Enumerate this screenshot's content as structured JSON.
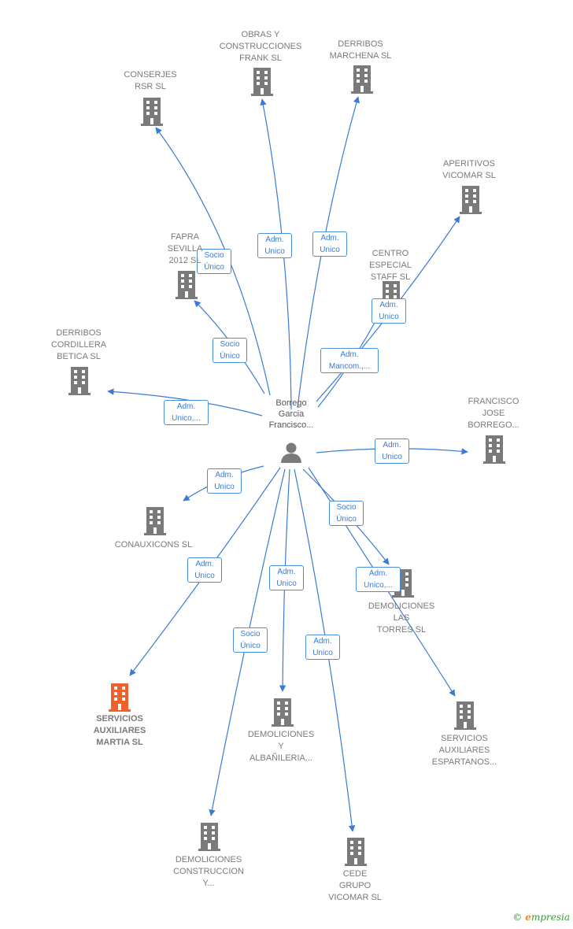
{
  "colors": {
    "edge": "#3a7bd5",
    "building": "#7a7a7a",
    "highlight": "#f0602a",
    "person": "#7a7a7a"
  },
  "center": {
    "name": "Borrego\nGarcia\nFrancisco...",
    "icon": "person-icon"
  },
  "nodes": [
    {
      "id": "conserjes",
      "label": "CONSERJES\nRSR  SL",
      "icon": "building-icon"
    },
    {
      "id": "obras",
      "label": "OBRAS Y\nCONSTRUCCIONES\nFRANK SL",
      "icon": "building-icon"
    },
    {
      "id": "derribos-marchena",
      "label": "DERRIBOS\nMARCHENA  SL",
      "icon": "building-icon"
    },
    {
      "id": "aperitivos",
      "label": "APERITIVOS\nVICOMAR SL",
      "icon": "building-icon"
    },
    {
      "id": "fapra",
      "label": "FAPRA\nSEVILLA\n2012 SL",
      "icon": "building-icon"
    },
    {
      "id": "centro",
      "label": "CENTRO\nESPECIAL\nSTAFF  SL",
      "icon": "building-icon"
    },
    {
      "id": "derribos-cordillera",
      "label": "DERRIBOS\nCORDILLERA\nBETICA  SL",
      "icon": "building-icon"
    },
    {
      "id": "francisco",
      "label": "FRANCISCO\nJOSE\nBORREGO...",
      "icon": "building-icon"
    },
    {
      "id": "conauxicons",
      "label": "CONAUXICONS SL",
      "icon": "building-icon"
    },
    {
      "id": "demoliciones-torres",
      "label": "DEMOLICIONES\nLAS\nTORRES  SL",
      "icon": "building-icon"
    },
    {
      "id": "servicios-martia",
      "label": "SERVICIOS\nAUXILIARES\nMARTIA  SL",
      "icon": "building-icon",
      "highlight": true
    },
    {
      "id": "demoliciones-albanileria",
      "label": "DEMOLICIONES\nY\nALBAÑILERIA...",
      "icon": "building-icon"
    },
    {
      "id": "servicios-espartanos",
      "label": "SERVICIOS\nAUXILIARES\nESPARTANOS...",
      "icon": "building-icon"
    },
    {
      "id": "demoliciones-construccion",
      "label": "DEMOLICIONES\nCONSTRUCCION\nY...",
      "icon": "building-icon"
    },
    {
      "id": "cede",
      "label": "CEDE\nGRUPO\nVICOMAR SL",
      "icon": "building-icon"
    }
  ],
  "edges": [
    {
      "to": "conserjes",
      "label": "Socio\nÚnico"
    },
    {
      "to": "obras",
      "label": "Adm.\nUnico"
    },
    {
      "to": "derribos-marchena",
      "label": "Adm.\nUnico"
    },
    {
      "to": "aperitivos",
      "label": "Adm.\nUnico"
    },
    {
      "to": "fapra",
      "label": "Socio\nÚnico"
    },
    {
      "to": "centro",
      "label": "Adm.\nMancom.,..."
    },
    {
      "to": "derribos-cordillera",
      "label": "Adm.\nUnico,..."
    },
    {
      "to": "francisco",
      "label": "Adm.\nUnico"
    },
    {
      "to": "conauxicons",
      "label": "Adm.\nUnico"
    },
    {
      "to": "demoliciones-torres",
      "label": "Socio\nÚnico"
    },
    {
      "to": "servicios-martia",
      "label": "Adm.\nUnico"
    },
    {
      "to": "demoliciones-albanileria",
      "label": "Adm.\nUnico"
    },
    {
      "to": "servicios-espartanos",
      "label": "Adm.\nUnico,..."
    },
    {
      "to": "demoliciones-construccion",
      "label": "Socio\nÚnico"
    },
    {
      "to": "cede",
      "label": "Adm.\nUnico"
    }
  ],
  "credit": {
    "symbol": "©",
    "brand_initial": "e",
    "brand_rest": "mpresia"
  }
}
